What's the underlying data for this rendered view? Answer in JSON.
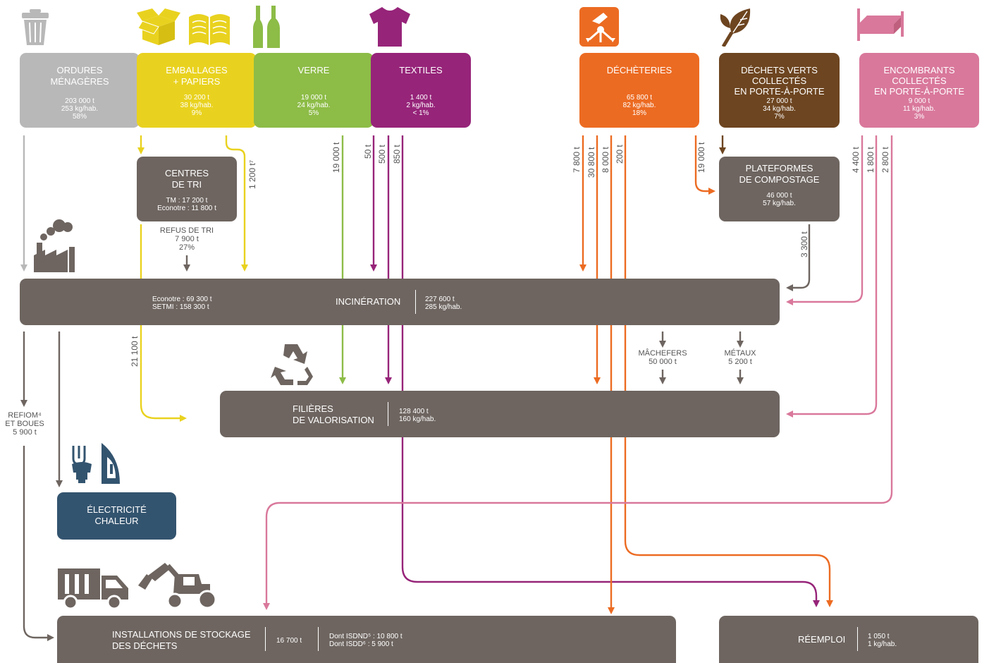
{
  "categories": {
    "ordures": {
      "title": "ORDURES\nMÉNAGÈRES",
      "tonnage": "203 000 t",
      "per_hab": "253 kg/hab.",
      "share": "58%"
    },
    "emballages": {
      "title": "EMBALLAGES\n+ PAPIERS",
      "tonnage": "30 200 t",
      "per_hab": "38 kg/hab.",
      "share": "9%"
    },
    "verre": {
      "title": "VERRE",
      "tonnage": "19 000 t",
      "per_hab": "24 kg/hab.",
      "share": "5%"
    },
    "textiles": {
      "title": "TEXTILES",
      "tonnage": "1 400 t",
      "per_hab": "2 kg/hab.",
      "share": "< 1%"
    },
    "decheteries": {
      "title": "DÉCHÈTERIES",
      "tonnage": "65 800 t",
      "per_hab": "82 kg/hab.",
      "share": "18%"
    },
    "dechets_verts": {
      "title": "DÉCHETS VERTS\nCOLLECTÉS\nEN PORTE-À-PORTE",
      "tonnage": "27 000 t",
      "per_hab": "34 kg/hab.",
      "share": "7%"
    },
    "encombrants": {
      "title": "ENCOMBRANTS\nCOLLECTÉS\nEN PORTE-À-PORTE",
      "tonnage": "9 000 t",
      "per_hab": "11 kg/hab.",
      "share": "3%"
    }
  },
  "centres_tri": {
    "title": "CENTRES\nDE TRI",
    "line1": "TM : 17 200 t",
    "line2": "Econotre : 11 800 t"
  },
  "refus_tri": {
    "title": "REFUS DE TRI",
    "tonnage": "7 900 t",
    "share": "27%"
  },
  "compostage": {
    "title": "PLATEFORMES\nDE COMPOSTAGE",
    "tonnage": "46 000 t",
    "per_hab": "57 kg/hab."
  },
  "incineration": {
    "title": "INCINÉRATION",
    "econotre": "Econotre : 69 300 t",
    "setmi": "SETMI : 158 300 t",
    "tonnage": "227 600 t",
    "per_hab": "285 kg/hab."
  },
  "valorisation": {
    "title": "FILIÈRES\nDE VALORISATION",
    "tonnage": "128 400 t",
    "per_hab": "160 kg/hab."
  },
  "electricite": {
    "title": "ÉLECTRICITÉ\nCHALEUR"
  },
  "stockage": {
    "title": "INSTALLATIONS DE STOCKAGE\nDES DÉCHETS",
    "tonnage": "16 700 t",
    "isdnd": "Dont ISDND⁵ : 10 800 t",
    "isdd": "Dont ISDD⁶ : 5 900 t"
  },
  "reemploi": {
    "title": "RÉEMPLOI",
    "tonnage": "1 050 t",
    "per_hab": "1 kg/hab."
  },
  "labels": {
    "machefers": "MÂCHEFERS\n50 000 t",
    "metaux": "MÉTAUX\n5 200 t",
    "refiom": "REFIOM⁴\nET BOUES\n5 900 t"
  },
  "flows": {
    "emb_direct": "1 200 t⁷",
    "verre": "19 000 t",
    "tex_1": "50 t",
    "tex_2": "500 t",
    "tex_3": "850 t",
    "dech_1": "7 800 t",
    "dech_2": "30 800 t",
    "dech_3": "8 000 t",
    "dech_4": "200 t",
    "verts": "19 000 t",
    "compost": "3 300 t",
    "enc_1": "4 400 t",
    "enc_2": "1 800 t",
    "enc_3": "2 800 t",
    "tri_valo": "21 100 t"
  },
  "colors": {
    "grey": "#b9b8b8",
    "yellow": "#e9d21f",
    "green": "#8dbc47",
    "purple": "#962479",
    "orange": "#ec6b22",
    "brown": "#6d4520",
    "pink": "#d9789b",
    "dark": "#6e6560",
    "blue": "#33546f"
  },
  "icons": [
    "trash-bin-icon",
    "cardboard-box-icon",
    "book-icon",
    "bottles-icon",
    "tshirt-icon",
    "recycling-hand-icon",
    "leaf-icon",
    "mattress-icon",
    "factory-icon",
    "recycle-icon",
    "light-bulb-icon",
    "iron-icon",
    "truck-icon",
    "bulldozer-icon"
  ]
}
